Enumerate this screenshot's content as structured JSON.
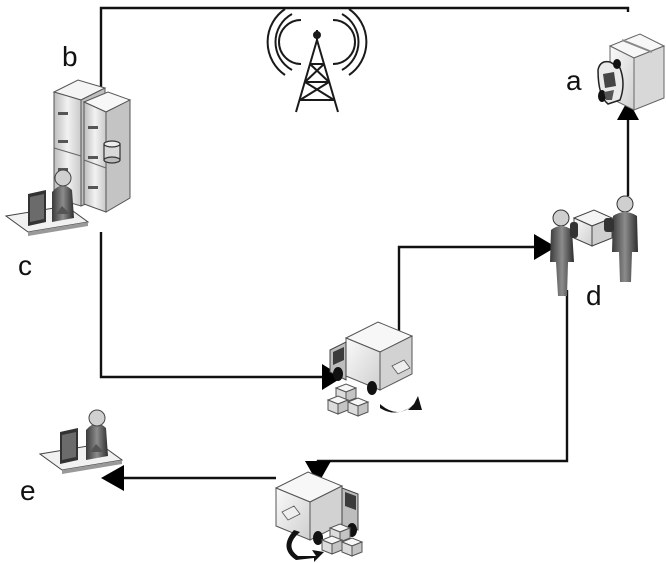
{
  "nodes": [
    {
      "id": "a",
      "label": "a",
      "icon": "package-car-icon"
    },
    {
      "id": "b",
      "label": "b",
      "icon": "server-database-icon"
    },
    {
      "id": "c",
      "label": "c",
      "icon": "desktop-operator-icon"
    },
    {
      "id": "d",
      "label": "d",
      "icon": "package-handoff-icon"
    },
    {
      "id": "e",
      "label": "e",
      "icon": "desktop-operator-icon"
    }
  ],
  "extra_icons": [
    "radio-tower-icon",
    "delivery-truck-icon",
    "delivery-truck-icon"
  ],
  "edges": [
    {
      "from": "a",
      "to": "b"
    },
    {
      "from": "b",
      "to": "truck-1"
    },
    {
      "from": "truck-1",
      "to": "d"
    },
    {
      "from": "d",
      "to": "a"
    },
    {
      "from": "d",
      "to": "truck-2"
    },
    {
      "from": "truck-2",
      "to": "e"
    }
  ],
  "colors": {
    "line": "#111111",
    "icon_dark": "#333333",
    "icon_mid": "#8a8a8a",
    "icon_light": "#e2e2e2"
  }
}
